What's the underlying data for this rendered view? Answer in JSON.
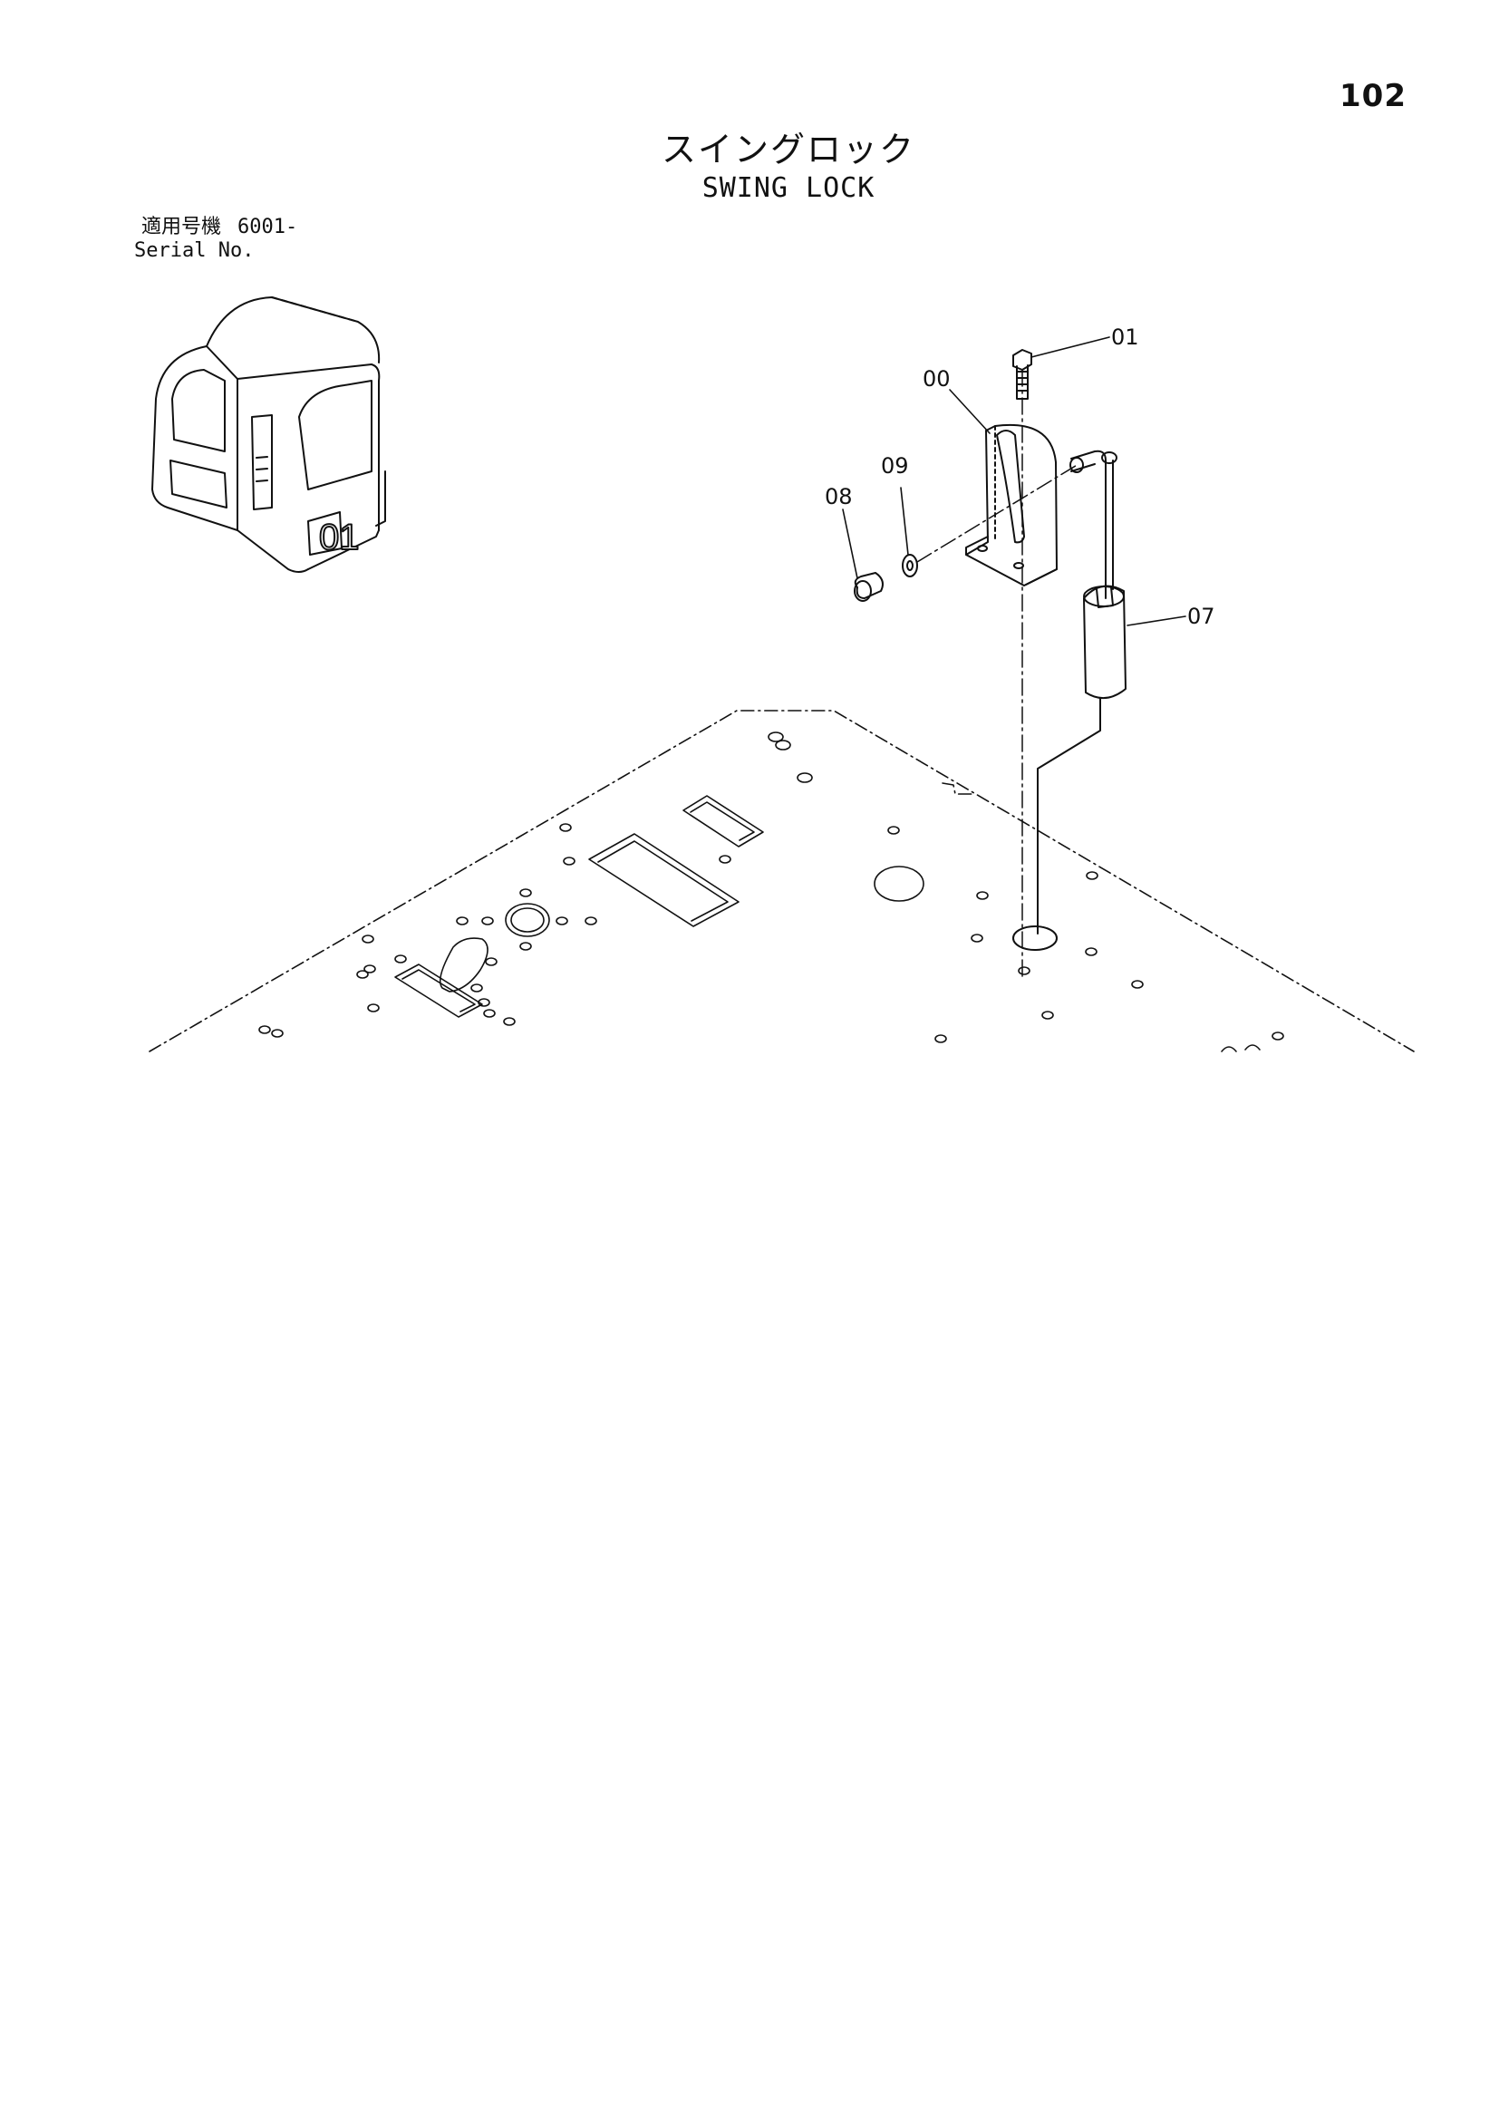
{
  "page_number": "102",
  "title_ja": "スイングロック",
  "title_en": "SWING LOCK",
  "serial": {
    "label_ja": "適用号機",
    "label_en": "Serial No.",
    "value": "6001-"
  },
  "cab_marking": "01",
  "callouts": [
    {
      "id": "callout-01",
      "text": "01"
    },
    {
      "id": "callout-00",
      "text": "00"
    },
    {
      "id": "callout-09",
      "text": "09"
    },
    {
      "id": "callout-08",
      "text": "08"
    },
    {
      "id": "callout-07",
      "text": "07"
    }
  ]
}
